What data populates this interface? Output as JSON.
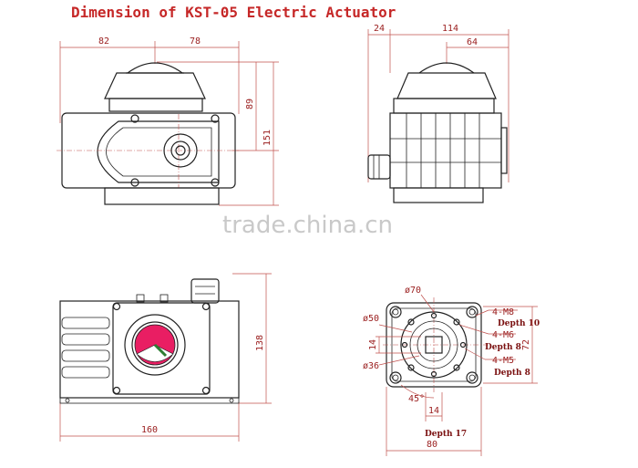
{
  "title": "Dimension of KST-05 Electric Actuator",
  "watermark": "trade.china.cn",
  "front_view": {
    "dim_left": "82",
    "dim_right": "78",
    "dim_upper": "89",
    "dim_total": "151"
  },
  "side_view": {
    "dim_a": "24",
    "dim_b": "114",
    "dim_c": "64"
  },
  "top_view": {
    "dim_width": "160",
    "dim_height": "138"
  },
  "bottom_view": {
    "dia_70": "ø70",
    "dia_50": "ø50",
    "dia_36": "ø36",
    "m8": "4-M8",
    "m8_depth": "Depth 10",
    "m6": "4-M6",
    "m6_depth": "Depth 8",
    "m5": "4-M5",
    "m5_depth": "Depth 8",
    "sq_14": "14",
    "angle": "45°",
    "shaft_14": "14",
    "shaft_depth": "Depth 17",
    "dim_80": "80",
    "dim_72": "72"
  },
  "colors": {
    "dimension": "#c0504d",
    "title": "#c62828",
    "line": "#222222",
    "accent": "#e91e63"
  }
}
